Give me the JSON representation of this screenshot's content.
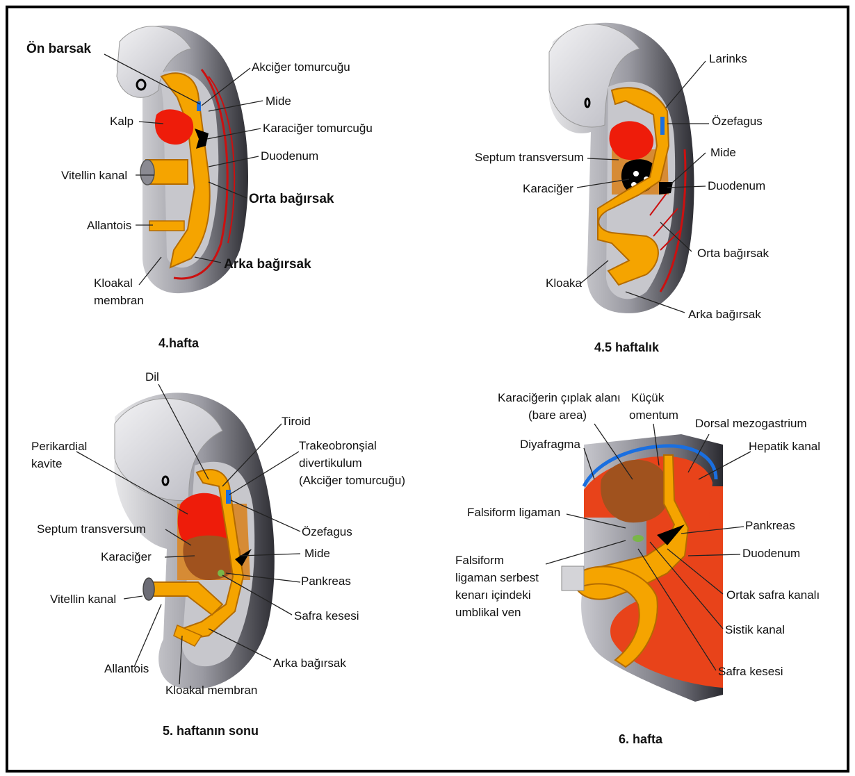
{
  "colors": {
    "outer_dark": "#3a3a3f",
    "outer_mid": "#8a8a92",
    "outer_light": "#d4d4d8",
    "gut": "#f5a400",
    "gut_outline": "#b36b00",
    "heart": "#ee1c0a",
    "liver": "#a0521e",
    "artery": "#cc1010",
    "lung": "#1a6fe0",
    "gall": "#7ab648"
  },
  "panels": {
    "p1": {
      "caption": "4.hafta",
      "labels": {
        "on_barsak": "Ön barsak",
        "akciger": "Akciğer tomurcuğu",
        "mide": "Mide",
        "kalp": "Kalp",
        "karaciger_tom": "Karaciğer tomurcuğu",
        "duodenum": "Duodenum",
        "vitellin": "Vitellin kanal",
        "orta": "Orta bağırsak",
        "allantois": "Allantois",
        "arka": "Arka bağırsak",
        "kloakal1": "Kloakal",
        "kloakal2": "membran"
      }
    },
    "p2": {
      "caption": "4.5 haftalık",
      "labels": {
        "larinks": "Larinks",
        "ozefagus": "Özefagus",
        "septum": "Septum transversum",
        "mide": "Mide",
        "karaciger": "Karaciğer",
        "duodenum": "Duodenum",
        "orta": "Orta bağırsak",
        "kloaka": "Kloaka",
        "arka": "Arka bağırsak"
      }
    },
    "p3": {
      "caption": "5. haftanın sonu",
      "labels": {
        "dil": "Dil",
        "tiroid": "Tiroid",
        "perikardial1": "Perikardial",
        "perikardial2": "kavite",
        "trakeo1": "Trakeobronşial",
        "trakeo2": "divertikulum",
        "trakeo3": "(Akciğer tomurcuğu)",
        "septum": "Septum transversum",
        "ozefagus": "Özefagus",
        "karaciger": "Karaciğer",
        "mide": "Mide",
        "pankreas": "Pankreas",
        "vitellin": "Vitellin kanal",
        "safra": "Safra kesesi",
        "arka": "Arka bağırsak",
        "allantois": "Allantois",
        "kloakal": "Kloakal membran"
      }
    },
    "p4": {
      "caption": "6. hafta",
      "labels": {
        "bare1": "Karaciğerin çıplak alanı",
        "bare2": "(bare area)",
        "kucuk1": "Küçük",
        "kucuk2": "omentum",
        "dorsal": "Dorsal mezogastrium",
        "hepatik": "Hepatik kanal",
        "diyafragma": "Diyafragma",
        "falsiform": "Falsiform ligaman",
        "pankreas": "Pankreas",
        "duodenum": "Duodenum",
        "fals1": "Falsiform",
        "fals2": "ligaman serbest",
        "fals3": "kenarı içindeki",
        "fals4": "umblikal ven",
        "ortak": "Ortak safra kanalı",
        "sistik": "Sistik kanal",
        "safra": "Safra kesesi"
      }
    }
  }
}
